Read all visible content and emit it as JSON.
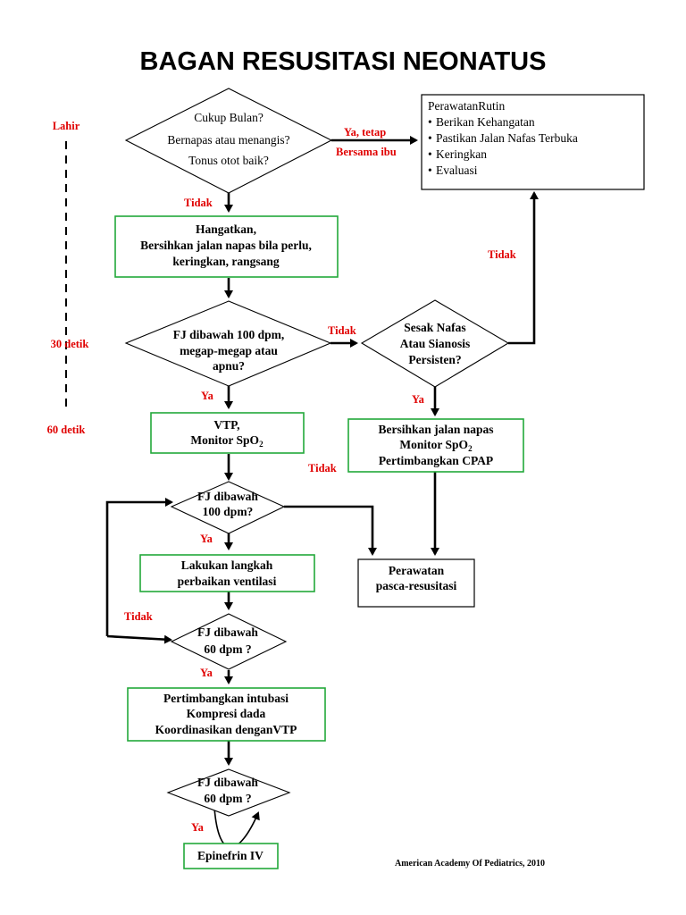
{
  "title": "BAGAN RESUSITASI NEONATUS",
  "timeline": {
    "lahir": "Lahir",
    "t30": "30 detik",
    "t60": "60 detik"
  },
  "nodes": {
    "d1": [
      "Cukup Bulan?",
      "Bernapas atau menangis?",
      "Tonus otot baik?"
    ],
    "routine_title": "PerawatanRutin",
    "routine_items": [
      "Berikan Kehangatan",
      "Pastikan Jalan Nafas Terbuka",
      "Keringkan",
      "Evaluasi"
    ],
    "b1": [
      "Hangatkan,",
      "Bersihkan jalan napas bila perlu,",
      "keringkan, rangsang"
    ],
    "d2": [
      "FJ dibawah 100 dpm,",
      "megap-megap atau",
      "apnu?"
    ],
    "d3": [
      "Sesak Nafas",
      "Atau Sianosis",
      "Persisten?"
    ],
    "b2": [
      "VTP,",
      "Monitor SpO",
      "2"
    ],
    "b3": [
      "Bersihkan jalan napas",
      "Monitor SpO",
      "2",
      "Pertimbangkan CPAP"
    ],
    "d4": [
      "FJ dibawah",
      "100 dpm?"
    ],
    "b4": [
      "Lakukan langkah",
      "perbaikan ventilasi"
    ],
    "b5": [
      "Perawatan",
      "pasca-resusitasi"
    ],
    "d5": [
      "FJ dibawah",
      "60 dpm ?"
    ],
    "b6": [
      "Pertimbangkan intubasi",
      "Kompresi dada",
      "Koordinasikan denganVTP"
    ],
    "d6": [
      "FJ dibawah",
      "60 dpm ?"
    ],
    "b7": "Epinefrin IV"
  },
  "labels": {
    "ya_tetap": "Ya, tetap",
    "bersama_ibu": "Bersama ibu",
    "tidak1": "Tidak",
    "tidak2": "Tidak",
    "tidak3": "Tidak",
    "tidak4": "Tidak",
    "tidak5": "Tidak",
    "ya1": "Ya",
    "ya2": "Ya",
    "ya3": "Ya",
    "ya4": "Ya",
    "ya5": "Ya"
  },
  "citation": "American Academy Of Pediatrics, 2010",
  "colors": {
    "box_border": "#22a83a",
    "label_red": "#e00000"
  }
}
